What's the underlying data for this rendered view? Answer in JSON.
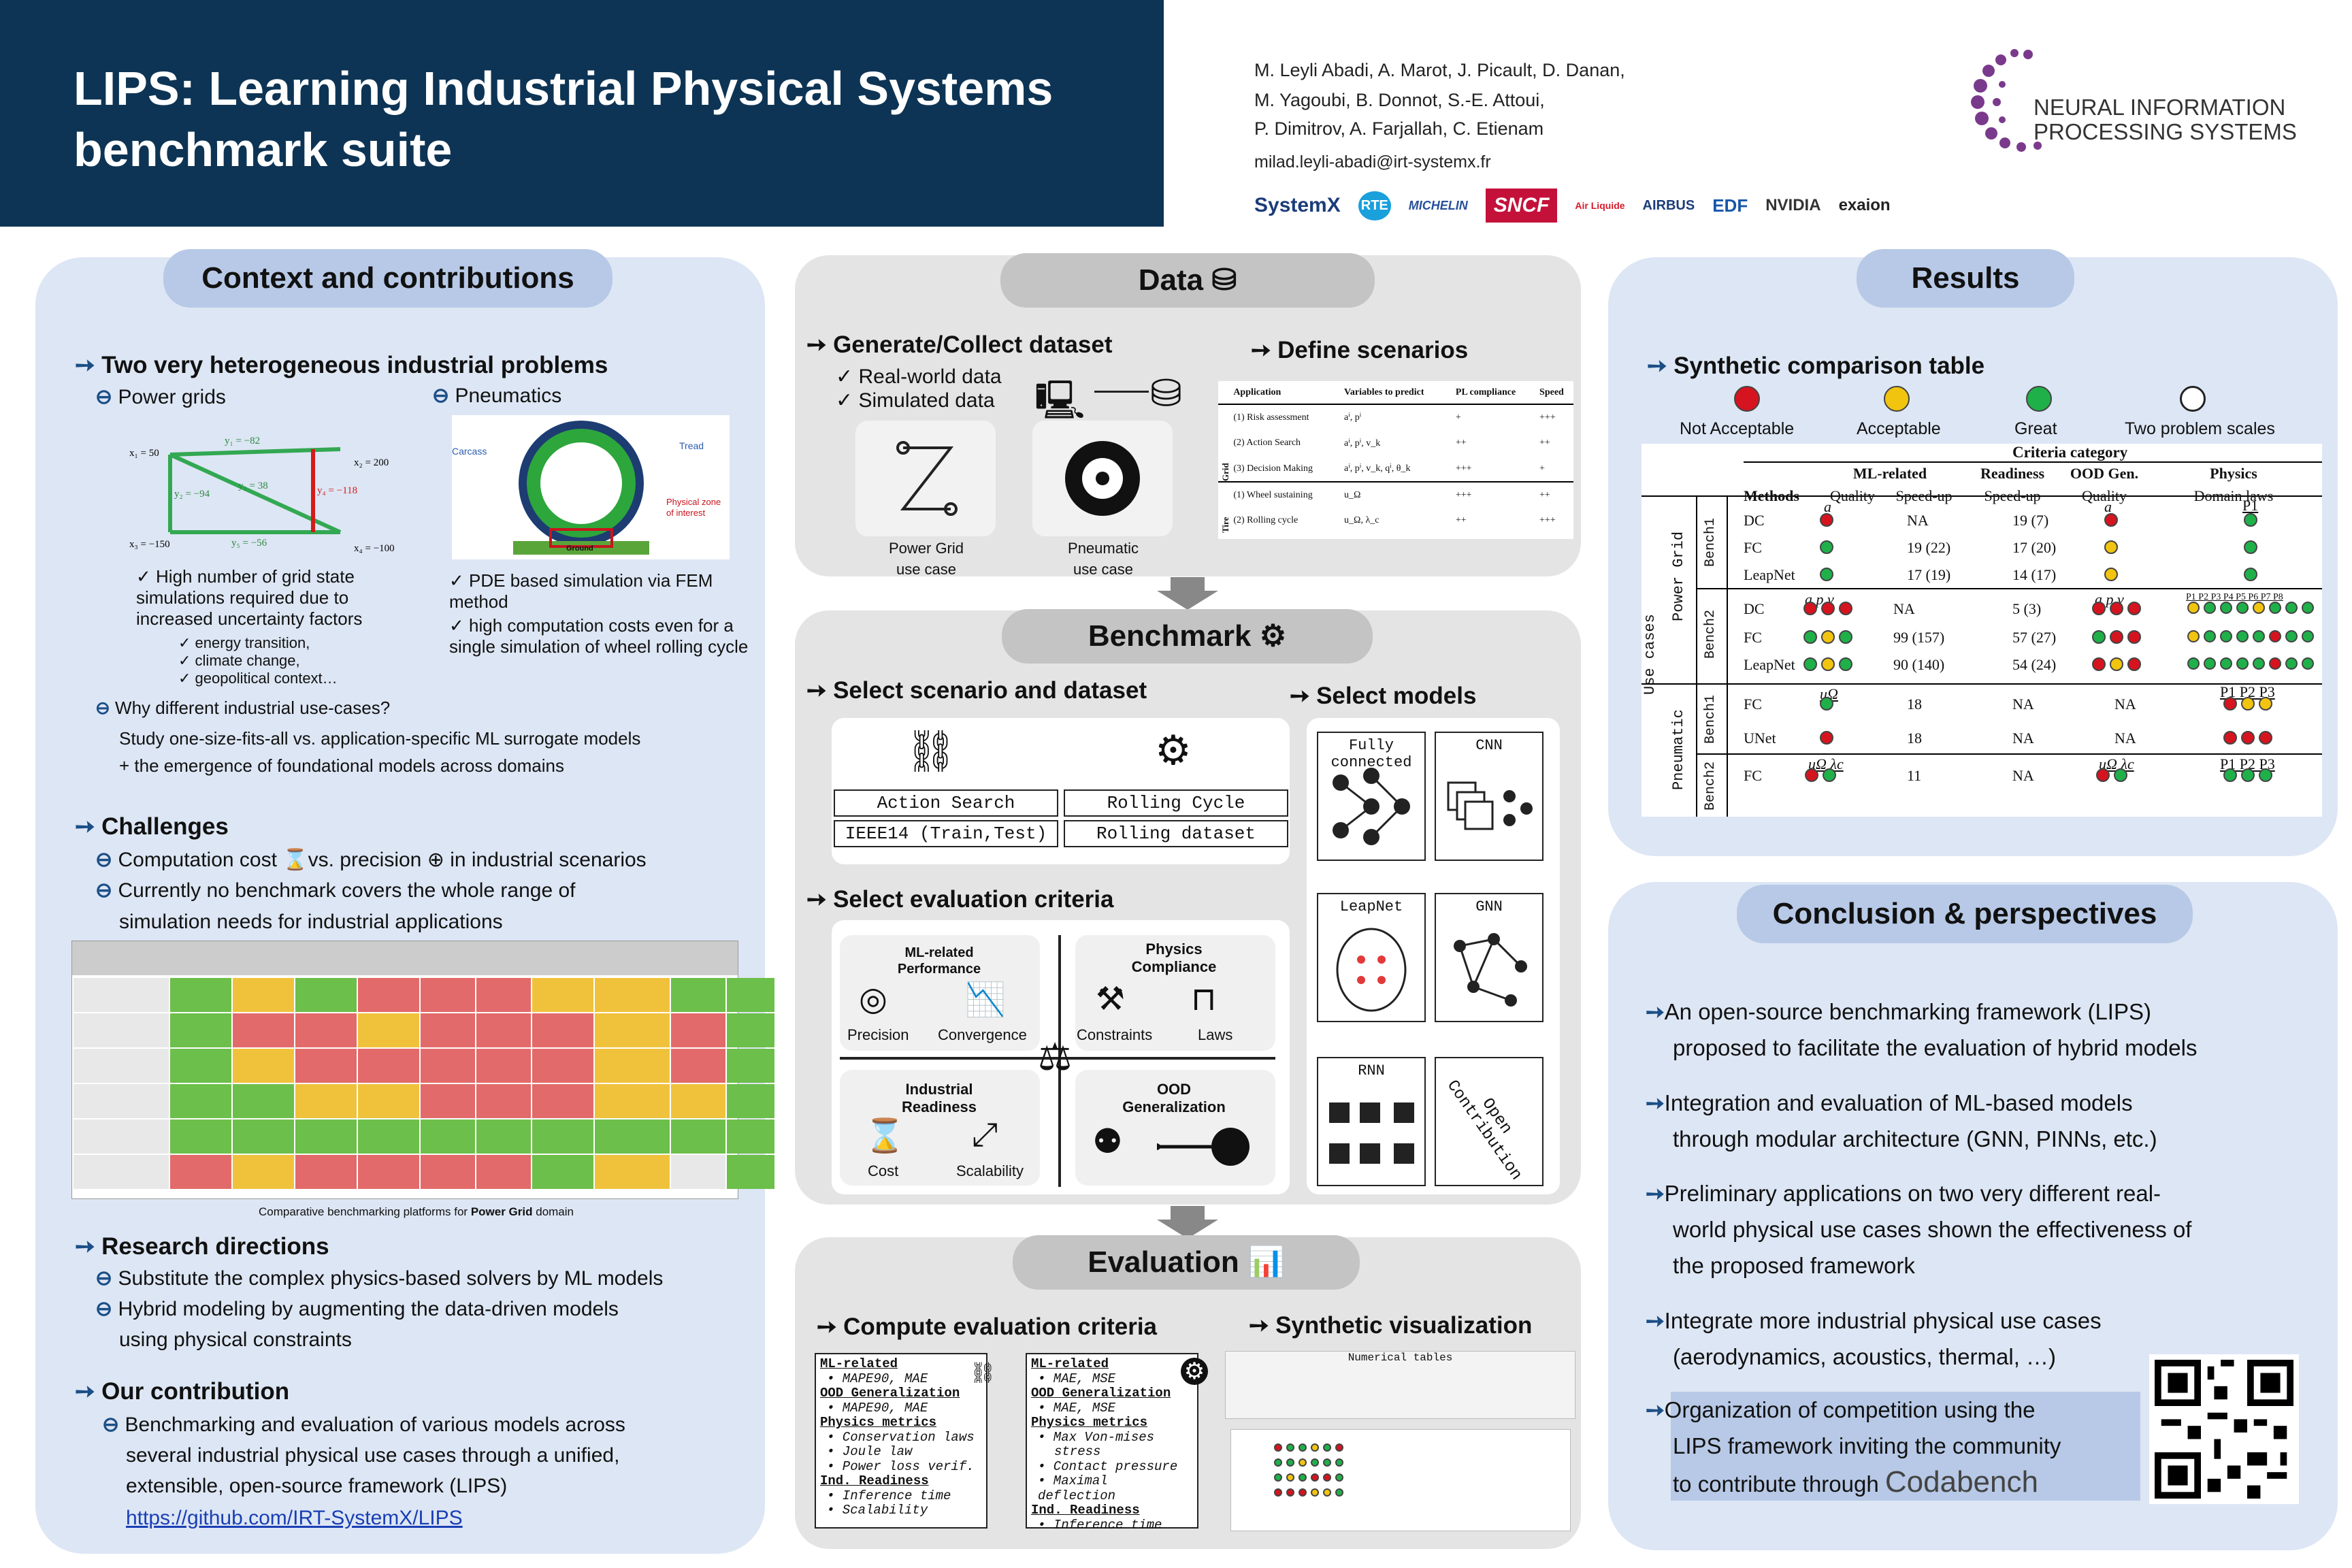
{
  "header": {
    "title_line1": "LIPS: Learning Industrial Physical Systems",
    "title_line2": "benchmark suite",
    "authors": [
      "M. Leyli Abadi, A. Marot, J. Picault, D. Danan,",
      "M. Yagoubi, B. Donnot, S.-E. Attoui,",
      "P. Dimitrov, A. Farjallah, C. Etienam"
    ],
    "email": "milad.leyli-abadi@irt-systemx.fr",
    "neurips": [
      "NEURAL INFORMATION",
      "PROCESSING SYSTEMS"
    ],
    "partners": [
      "SystemX",
      "RTE",
      "MICHELIN",
      "SNCF",
      "Air Liquide",
      "AIRBUS",
      "EDF",
      "NVIDIA",
      "exaion"
    ]
  },
  "context": {
    "title": "Context and contributions",
    "problems_heading": "Two very heterogeneous industrial problems",
    "power_grids": "Power grids",
    "pneumatics": "Pneumatics",
    "pg_points": [
      "High number of grid state simulations required due to increased uncertainty factors"
    ],
    "pg_sub": [
      "energy transition,",
      "climate change,",
      "geopolitical context…"
    ],
    "pn_points": [
      "PDE based simulation via FEM method",
      "high computation costs even for a single simulation of wheel rolling cycle"
    ],
    "why": "Why different industrial use-cases?",
    "why_text": [
      "Study one-size-fits-all vs. application-specific ML surrogate models",
      "+ the emergence of foundational models across domains"
    ],
    "challenges_heading": "Challenges",
    "ch1a": "Computation cost",
    "ch1b": "vs. precision",
    "ch1c": "in industrial scenarios",
    "ch2": [
      "Currently no benchmark covers the whole range of",
      "simulation needs  for industrial applications"
    ],
    "table_caption": "Comparative  benchmarking  platforms  for",
    "table_caption_b": "Power Grid",
    "table_caption_c": "domain",
    "research_heading": "Research directions",
    "research": [
      "Substitute the complex physics-based solvers by ML models",
      "Hybrid modeling by augmenting the data-driven models",
      "using physical constraints"
    ],
    "contrib_heading": "Our contribution",
    "contrib": [
      "Benchmarking and evaluation of various models across",
      "several industrial physical use cases through a unified,",
      "extensible,  open-source framework (LIPS)"
    ],
    "link": "https://github.com/IRT-SystemX/LIPS",
    "grid_labels": [
      "x₁ = 50",
      "x₂ = 200",
      "x₃ = −150",
      "x₄ = −100",
      "y₁ = −82",
      "y₂ = −94",
      "y₃ = 38",
      "y₄ = −118",
      "y₅ = −56"
    ],
    "tyre_labels": [
      "Carcass",
      "Tread",
      "Physical zone of interest",
      "Ground"
    ]
  },
  "data": {
    "title": "Data",
    "generate": "Generate/Collect dataset",
    "checks": [
      "Real-world data",
      "Simulated data"
    ],
    "pg_label": [
      "Power Grid",
      "use case"
    ],
    "pn_label": [
      "Pneumatic",
      "use case"
    ],
    "define": "Define scenarios",
    "scn_head": [
      "Application",
      "Variables to predict",
      "PL compliance",
      "Speed"
    ],
    "scn_rows": [
      [
        "(1) Risk assessment",
        "aⁱ, pⁱ",
        "+",
        "+++"
      ],
      [
        "(2) Action Search",
        "aⁱ, pⁱ, v_k",
        "++",
        "++"
      ],
      [
        "(3) Decision Making",
        "aⁱ, pⁱ, v_k, qⁱ, θ_k",
        "+++",
        "+"
      ],
      [
        "(1) Wheel sustaining",
        "u_Ω",
        "+++",
        "++"
      ],
      [
        "(2) Rolling cycle",
        "u_Ω, λ_c",
        "++",
        "+++"
      ]
    ],
    "scn_groups": [
      "Grid",
      "Tire"
    ]
  },
  "bench": {
    "title": "Benchmark",
    "select_sd": "Select scenario and dataset",
    "sd": [
      "Action Search",
      "Rolling Cycle",
      "IEEE14 (Train,Test)",
      "Rolling dataset"
    ],
    "select_models": "Select models",
    "models": [
      "Fully connected",
      "CNN",
      "LeapNet",
      "GNN",
      "RNN",
      "Open Contribution"
    ],
    "select_crit": "Select evaluation criteria",
    "q1": [
      "ML-related",
      "Performance"
    ],
    "q1i": [
      "Precision",
      "Convergence"
    ],
    "q2": [
      "Physics",
      "Compliance"
    ],
    "q2i": [
      "Constraints",
      "Laws"
    ],
    "q3": [
      "Industrial",
      "Readiness"
    ],
    "q3i": [
      "Cost",
      "Scalability"
    ],
    "q4": [
      "OOD",
      "Generalization"
    ]
  },
  "evaluation": {
    "title": "Evaluation",
    "compute": "Compute evaluation criteria",
    "synthetic": "Synthetic visualization",
    "left": [
      [
        "h",
        "ML-related"
      ],
      [
        "b",
        "MAPE90, MAE"
      ],
      [
        "h",
        "OOD Generalization"
      ],
      [
        "b",
        "MAPE90, MAE"
      ],
      [
        "h",
        "Physics metrics"
      ],
      [
        "b",
        "Conservation laws"
      ],
      [
        "b",
        "Joule law"
      ],
      [
        "b",
        "Power loss verif."
      ],
      [
        "h",
        "Ind. Readiness"
      ],
      [
        "b",
        "Inference time"
      ],
      [
        "b",
        "Scalability"
      ]
    ],
    "right": [
      [
        "h",
        "ML-related"
      ],
      [
        "b",
        "MAE, MSE"
      ],
      [
        "h",
        "OOD Generalization"
      ],
      [
        "b",
        "MAE, MSE"
      ],
      [
        "h",
        "Physics metrics"
      ],
      [
        "b",
        "Max Von-mises"
      ],
      [
        "c",
        "stress"
      ],
      [
        "b",
        "Contact pressure"
      ],
      [
        "b",
        "Maximal deflection"
      ],
      [
        "h",
        "Ind. Readiness"
      ],
      [
        "b",
        "Inference time"
      ]
    ],
    "num_tables": "Numerical tables"
  },
  "results": {
    "title": "Results",
    "heading": "Synthetic comparison table",
    "legend": [
      "Not Acceptable",
      "Acceptable",
      "Great",
      "Two problem scales"
    ],
    "crit_cat": "Criteria category",
    "cols": {
      "methods": "Methods",
      "ml": "ML-related",
      "quality": "Quality",
      "speed": "Speed-up",
      "readiness": "Readiness",
      "speed2": "Speed-up",
      "ood": "OOD Gen.",
      "quality2": "Quality",
      "physics": "Physics",
      "domain": "Domain laws"
    },
    "use_cases": "Use cases",
    "power_grid": "Power Grid",
    "pneumatic": "Pneumatic",
    "bench1": "Bench1",
    "bench2": "Bench2",
    "vars_a": "a",
    "vars_apv": "a  p  v",
    "vars_u": "uΩ",
    "vars_ul": "uΩ λc",
    "p1": "P1",
    "p123": "P1  P2  P3",
    "p18": "P1 P2 P3 P4 P5 P6 P7 P8",
    "rows": [
      {
        "m": "DC",
        "spd": "NA",
        "rd": "19 (7)"
      },
      {
        "m": "FC",
        "spd": "19 (22)",
        "rd": "17 (20)"
      },
      {
        "m": "LeapNet",
        "spd": "17 (19)",
        "rd": "14 (17)"
      },
      {
        "m": "DC",
        "spd": "NA",
        "rd": "5 (3)"
      },
      {
        "m": "FC",
        "spd": "99 (157)",
        "rd": "57 (27)"
      },
      {
        "m": "LeapNet",
        "spd": "90 (140)",
        "rd": "54 (24)"
      },
      {
        "m": "FC",
        "spd": "18",
        "rd": "NA",
        "ood": "NA"
      },
      {
        "m": "UNet",
        "spd": "18",
        "rd": "NA",
        "ood": "NA"
      },
      {
        "m": "FC",
        "spd": "11",
        "rd": "NA"
      }
    ]
  },
  "conclusion": {
    "title": "Conclusion & perspectives",
    "items": [
      [
        "An open-source benchmarking framework (LIPS)",
        "proposed to facilitate the evaluation of hybrid models"
      ],
      [
        "Integration and evaluation of ML-based models",
        "through modular architecture (GNN, PINNs, etc.)"
      ],
      [
        "Preliminary applications on two very different real-",
        "world physical use cases shown the effectiveness of",
        "the proposed framework"
      ],
      [
        "Integrate more industrial physical use cases",
        "(aerodynamics, acoustics, thermal, …)"
      ]
    ],
    "comp": [
      "Organization of competition using the",
      "LIPS framework inviting the community",
      "to contribute through"
    ],
    "codabench": "Codabench"
  },
  "colors": {
    "header": "#0d3454",
    "accent": "#1b4e86",
    "red": "#d5141f",
    "yellow": "#f1c40f",
    "green": "#1fb04a"
  }
}
